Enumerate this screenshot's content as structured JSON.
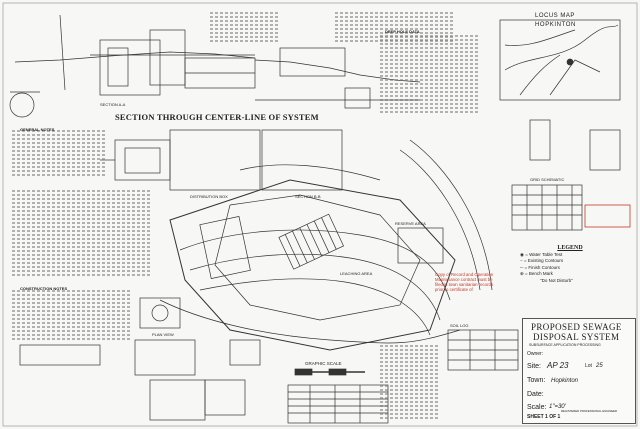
{
  "sheet": {
    "section_title": "SECTION THROUGH CENTER-LINE OF SYSTEM",
    "small_labels": {
      "section_aa": "SECTION A-A",
      "section_bb": "SECTION B-B",
      "plan_view": "PLAN VIEW",
      "leaching_area": "LEACHING AREA",
      "distribution_box": "DISTRIBUTION BOX",
      "reserve_area": "RESERVE AREA",
      "grid_schematic": "GRID SCHEMATIC",
      "graphic_scale": "GRAPHIC SCALE",
      "soil_log": "SOIL LOG",
      "deep_hole": "DEEP HOLE DATA",
      "general_notes": "GENERAL NOTES",
      "construction_notes": "CONSTRUCTION NOTES"
    },
    "red_notice": [
      "Copy of Record and Operation",
      "Maintenance contract must be",
      "filed in town sanitarian records",
      "prior to certificate of"
    ],
    "legend": {
      "title": "LEGEND",
      "items": [
        "= Water Table Test",
        "= Existing Contours",
        "= Finish Contours",
        "= Bench Mark"
      ],
      "note": "\"Do Not Disturb\""
    },
    "locus_map": {
      "title": "LOCUS MAP",
      "town_label": "HOPKINTON"
    },
    "title_block": {
      "line1": "PROPOSED SEWAGE",
      "line2": "DISPOSAL SYSTEM",
      "sub": "SUBSURFACE APPLICATION PROCESSING",
      "owner_label": "Owner:",
      "site_label": "Site:",
      "site_ap": "AP 23",
      "lot_label": "Lot",
      "lot_value": "25",
      "town_label": "Town:",
      "town_value": "Hopkinton",
      "date_label": "Date:",
      "scale_label": "Scale:",
      "scale_value": "1\"=30'",
      "sheet_label": "SHEET 1 OF 1",
      "stamp": "REGISTERED PROFESSIONAL ENGINEER"
    },
    "colors": {
      "ink": "#2a2a2a",
      "red_notice": "#c0392b",
      "paper": "#f7f7f5"
    }
  }
}
